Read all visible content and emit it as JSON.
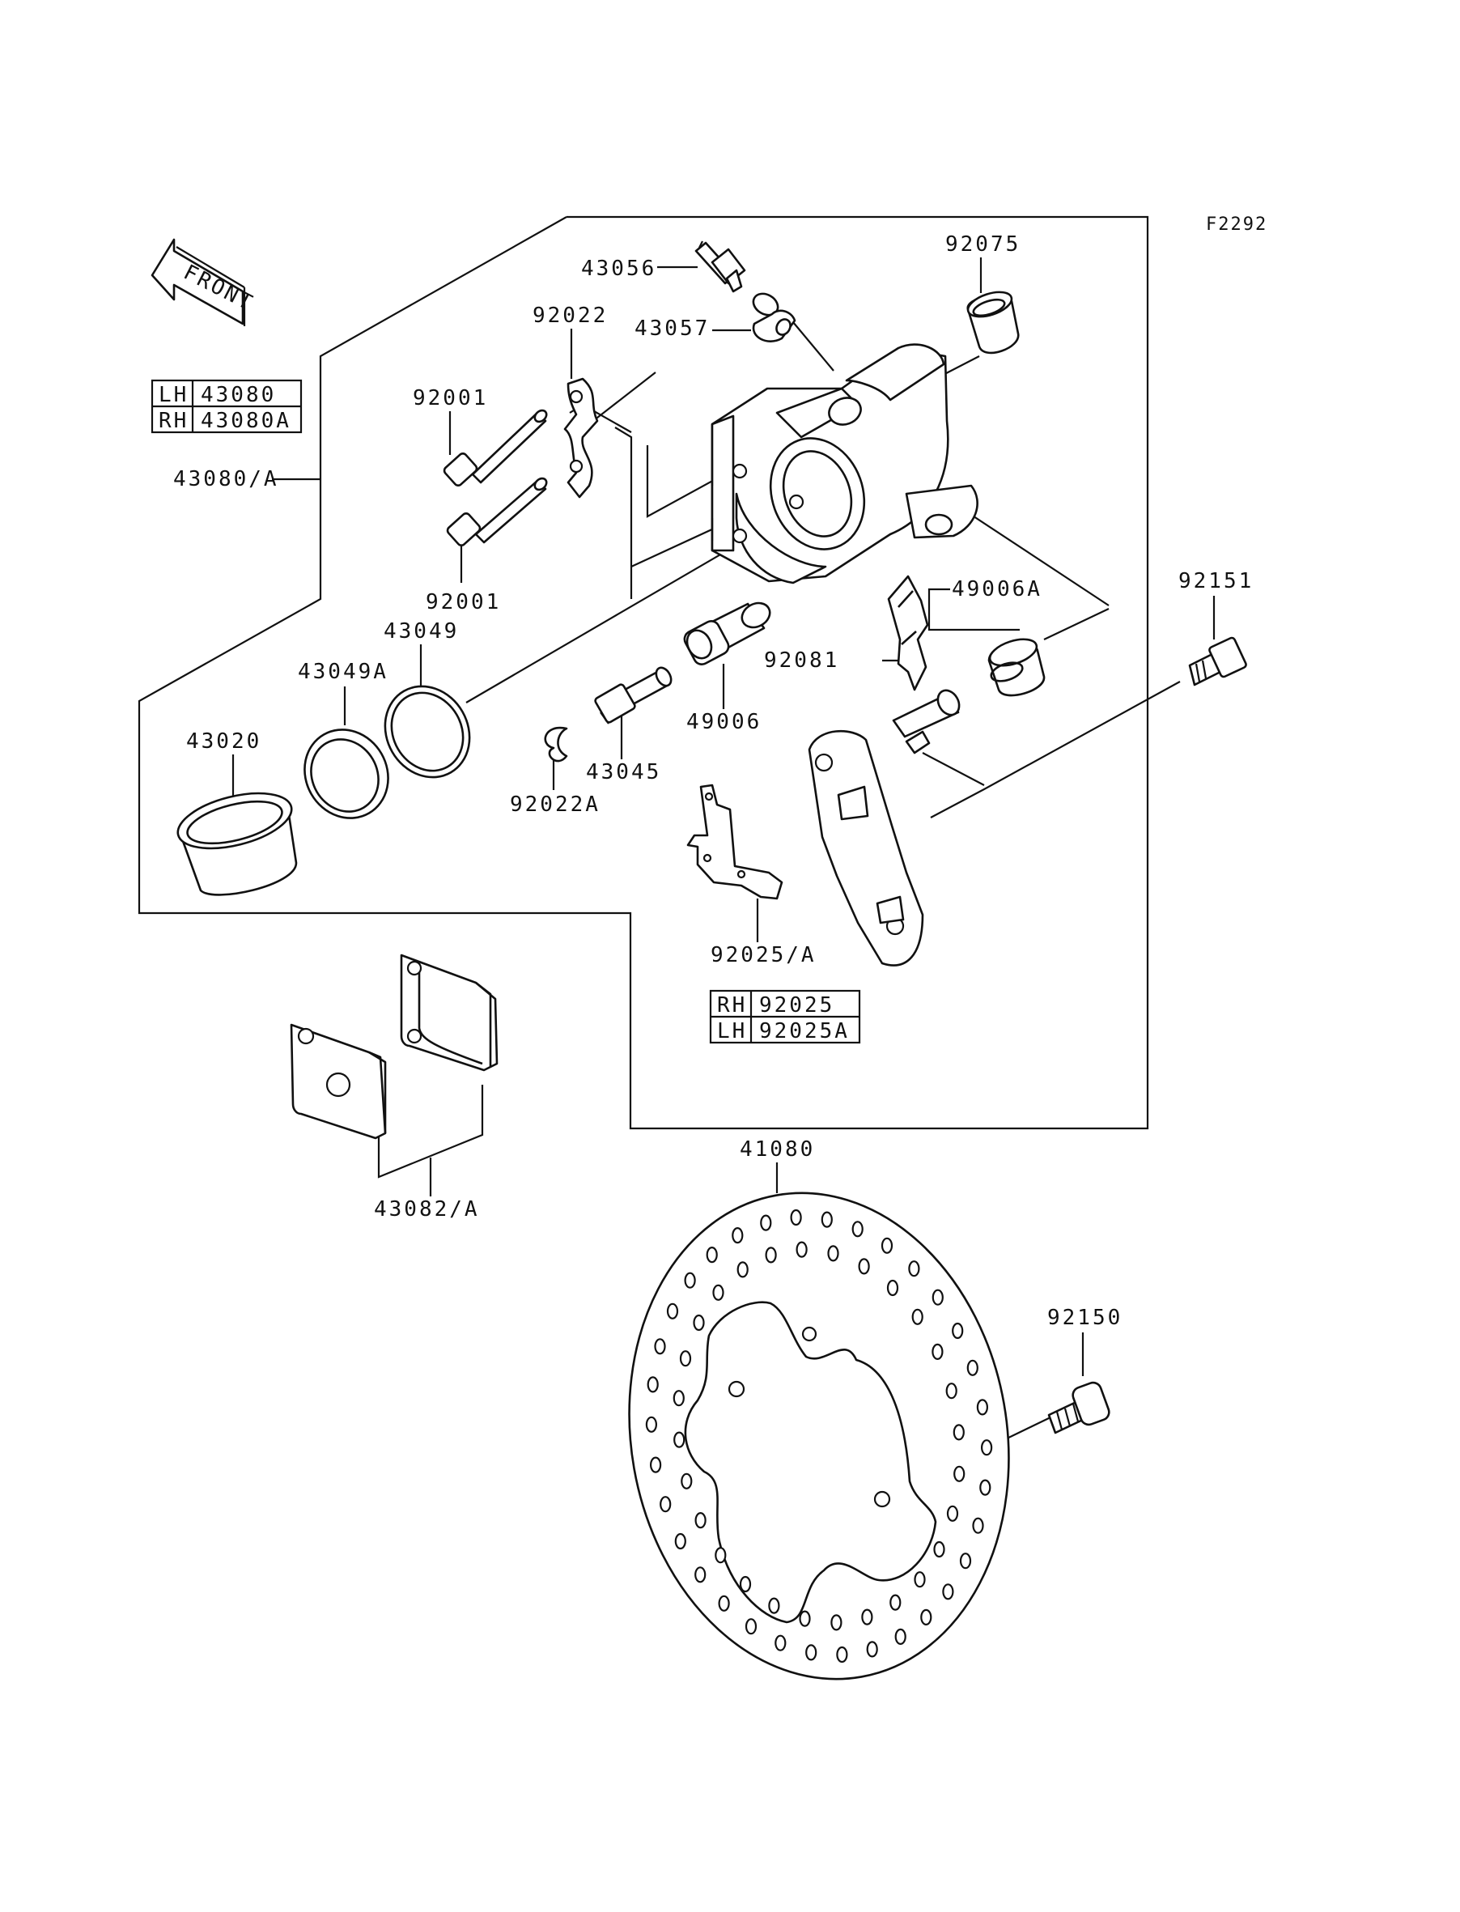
{
  "figure_code": "F2292",
  "front_arrow_text": "FRONT",
  "labels": {
    "p43056": "43056",
    "p92075": "92075",
    "p92022": "92022",
    "p43057": "43057",
    "p92001_top": "92001",
    "p43080A": "43080/A",
    "p92001_bottom": "92001",
    "p43049": "43049",
    "p92151": "92151",
    "p49006A": "49006A",
    "p43049A": "43049A",
    "p92081": "92081",
    "p43020": "43020",
    "p49006": "49006",
    "p43045": "43045",
    "p92022A": "92022A",
    "p92025A": "92025/A",
    "p43082A": "43082/A",
    "p41080": "41080",
    "p92150": "92150"
  },
  "caliper_table": {
    "rows": [
      {
        "side": "LH",
        "part": "43080"
      },
      {
        "side": "RH",
        "part": "43080A"
      }
    ]
  },
  "bracket_table": {
    "rows": [
      {
        "side": "RH",
        "part": "92025"
      },
      {
        "side": "LH",
        "part": "92025A"
      }
    ]
  }
}
